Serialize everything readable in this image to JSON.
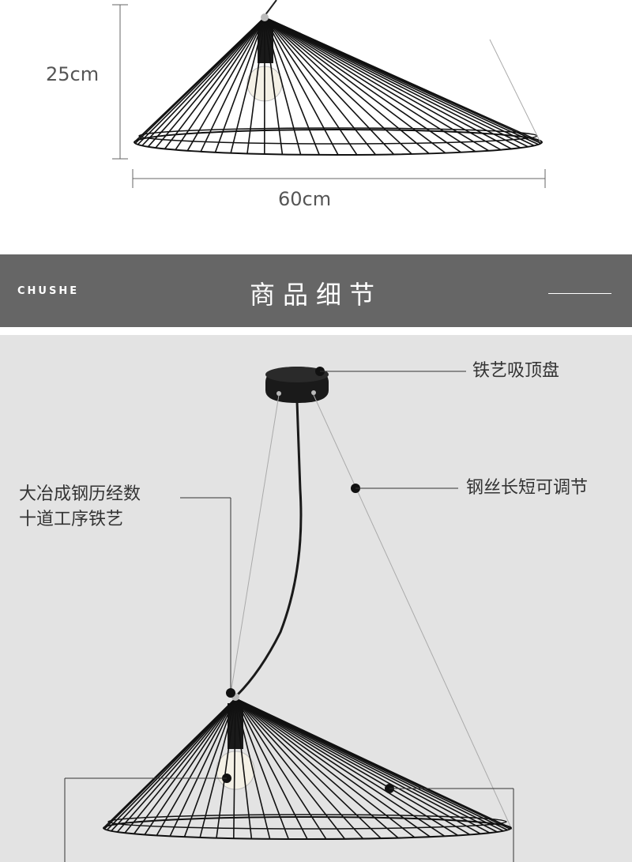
{
  "dimensions": {
    "height_label": "25cm",
    "width_label": "60cm"
  },
  "banner": {
    "brand": "CHUSHE",
    "title": "商品细节"
  },
  "callouts": {
    "ceiling_plate": "铁艺吸顶盘",
    "steel_wire": "钢丝长短可调节",
    "craft_line1": "大冶成钢历经数",
    "craft_line2": "十道工序铁艺"
  },
  "colors": {
    "banner_bg": "#666666",
    "detail_bg": "#e3e3e3",
    "wire_black": "#111111"
  }
}
